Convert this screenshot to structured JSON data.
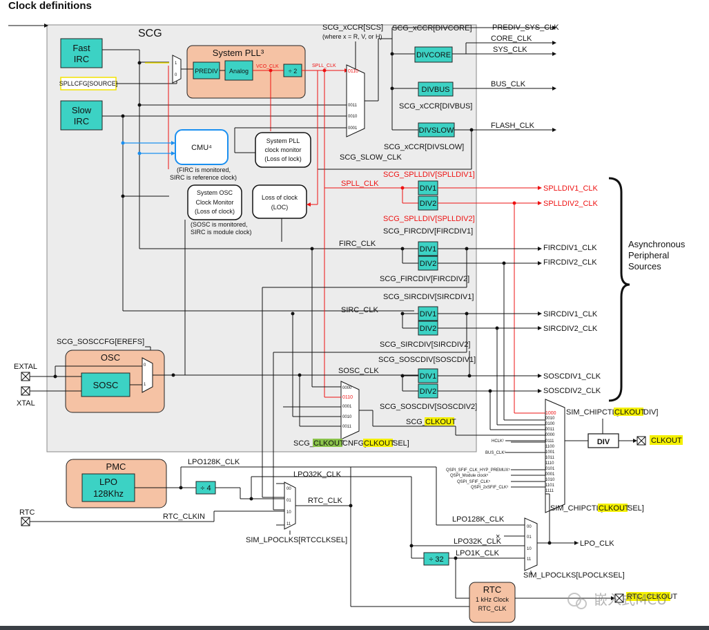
{
  "title": "Clock definitions",
  "scg": {
    "label": "SCG",
    "fast_irc": [
      "Fast",
      "IRC"
    ],
    "slow_irc": [
      "Slow",
      "IRC"
    ],
    "spllcfg": "SPLLCFG[SOURCE]",
    "pll_title": "System PLL³",
    "prediv": "PREDIV",
    "analog": "Analog",
    "vco_clk": "VCO_CLK",
    "div2": "÷ 2",
    "spll_clk_small": "SPLL_CLK",
    "xccr_scs": "SCG_xCCR[SCS]",
    "xccr_scs_note": "(where x = R, V, or H)",
    "xccr_divcore": "SCG_xCCR[DIVCORE]",
    "divcore": "DIVCORE",
    "divbus": "DIVBUS",
    "xccr_divbus": "SCG_xCCR[DIVBUS]",
    "divslow": "DIVSLOW",
    "xccr_divslow": "SCG_xCCR[DIVSLOW]",
    "scg_slow_clk": "SCG_SLOW_CLK",
    "cmu": "CMU⁴",
    "cmu_note": [
      "(FIRC is monitored,",
      "SIRC is reference clock)"
    ],
    "pll_monitor": [
      "System PLL",
      "clock monitor",
      "(Loss of lock)"
    ],
    "osc_monitor": [
      "System OSC",
      "Clock Monitor",
      "(Loss of clock)"
    ],
    "osc_monitor_note": [
      "(SOSC is monitored,",
      "SIRC is module clock)"
    ],
    "loc": [
      "Loss of clock",
      "(LOC)"
    ],
    "mux_inputs": [
      "0110",
      "0011",
      "0010",
      "0001"
    ],
    "pll_mux_inputs": [
      "1",
      "0"
    ]
  },
  "outputs": {
    "prediv_sys_clk": "PREDIV_SYS_CLK",
    "core_clk": "CORE_CLK",
    "sys_clk": "SYS_CLK",
    "bus_clk": "BUS_CLK",
    "flash_clk": "FLASH_CLK"
  },
  "dividers": {
    "div1": "DIV1",
    "div2": "DIV2",
    "spll_clk": "SPLL_CLK",
    "spll_div1_reg": "SCG_SPLLDIV[SPLLDIV1]",
    "spll_div2_reg": "SCG_SPLLDIV[SPLLDIV2]",
    "splldiv1_clk": "SPLLDIV1_CLK",
    "splldiv2_clk": "SPLLDIV2_CLK",
    "firc_clk": "FIRC_CLK",
    "firc_div1_reg": "SCG_FIRCDIV[FIRCDIV1]",
    "firc_div2_reg": "SCG_FIRCDIV[FIRCDIV2]",
    "fircdiv1_clk": "FIRCDIV1_CLK",
    "fircdiv2_clk": "FIRCDIV2_CLK",
    "sirc_clk": "SIRC_CLK",
    "sirc_div1_reg": "SCG_SIRCDIV[SIRCDIV1]",
    "sirc_div2_reg": "SCG_SIRCDIV[SIRCDIV2]",
    "sircdiv1_clk": "SIRCDIV1_CLK",
    "sircdiv2_clk": "SIRCDIV2_CLK",
    "sosc_clk": "SOSC_CLK",
    "sosc_div1_reg": "SCG_SOSCDIV[SOSCDIV1]",
    "sosc_div2_reg": "SCG_SOSCDIV[SOSCDIV2]",
    "soscdiv1_clk": "SOSCDIV1_CLK",
    "soscdiv2_clk": "SOSCDIV2_CLK",
    "async": [
      "Asynchronous",
      "Peripheral",
      "Sources"
    ]
  },
  "osc": {
    "soscfg": "SCG_SOSCCFG[EREFS]",
    "osc": "OSC",
    "sosc": "SOSC",
    "extal": "EXTAL",
    "xtal": "XTAL",
    "mux_inputs": [
      "0",
      "1"
    ]
  },
  "clkout": {
    "cfg_pre": "SCG_",
    "cfg_hl": "CLKOUT",
    "cfg_mid": "CNFG[",
    "cfg_hl2": "CLKOUT",
    "cfg_post": "SEL]",
    "scg_clkout_pre": "SCG_",
    "scg_clkout_hl": "CLKOUT",
    "mux_inputs": [
      "0000",
      "0110",
      "0001",
      "0010",
      "0011"
    ],
    "sim_div_pre": "SIM_CHIPCTL[",
    "sim_div_hl": "CLKOUT",
    "sim_div_post": "DIV]",
    "sim_sel_pre": "SIM_CHIPCTL[",
    "sim_sel_hl": "CLKOUT",
    "sim_sel_post": "SEL]",
    "div": "DIV",
    "clkout": "CLKOUT",
    "sim_inputs": [
      "1000",
      "0010",
      "0100",
      "0011",
      "0000",
      "0111",
      "1100",
      "1001",
      "1011",
      "1110",
      "0101",
      "0001",
      "1010",
      "1101",
      "1111"
    ],
    "sim_side_labels": [
      "HCLK¹",
      "BUS_CLK¹",
      "QSPI_SFIF_CLK_HYP_PREMUX⁵",
      "QSPI_Module clock⁵",
      "QSPI_SFIF_CLK⁵",
      "QSPI_2xSFIF_CLK⁵"
    ]
  },
  "pmc": {
    "pmc": "PMC",
    "lpo": [
      "LPO",
      "128Khz"
    ],
    "lpo128k_clk": "LPO128K_CLK",
    "div4": "÷ 4",
    "lpo32k_clk": "LPO32K_CLK",
    "rtc": "RTC",
    "rtc_clkin": "RTC_CLKIN",
    "rtc_clk": "RTC_CLK",
    "rtcclksel": "SIM_LPOCLKS[RTCCLKSEL]",
    "rtc_mux_inputs": [
      "00",
      "01",
      "10",
      "11"
    ],
    "lpo128k_clk2": "LPO128K_CLK",
    "lpo32k_clk2": "LPO32K_CLK",
    "lpo1k_clk": "LPO1K_CLK",
    "div32": "÷ 32",
    "lpo_clk": "LPO_CLK",
    "lpoclksel": "SIM_LPOCLKS[LPOCLKSEL]",
    "lpo_mux_inputs": [
      "00",
      "01",
      "10",
      "11"
    ],
    "rtc_block": [
      "RTC",
      "1 kHz Clock",
      "RTC_CLK"
    ],
    "rtc_out": "RTC_CLKOUT"
  },
  "watermark": "嵌入式MCU"
}
